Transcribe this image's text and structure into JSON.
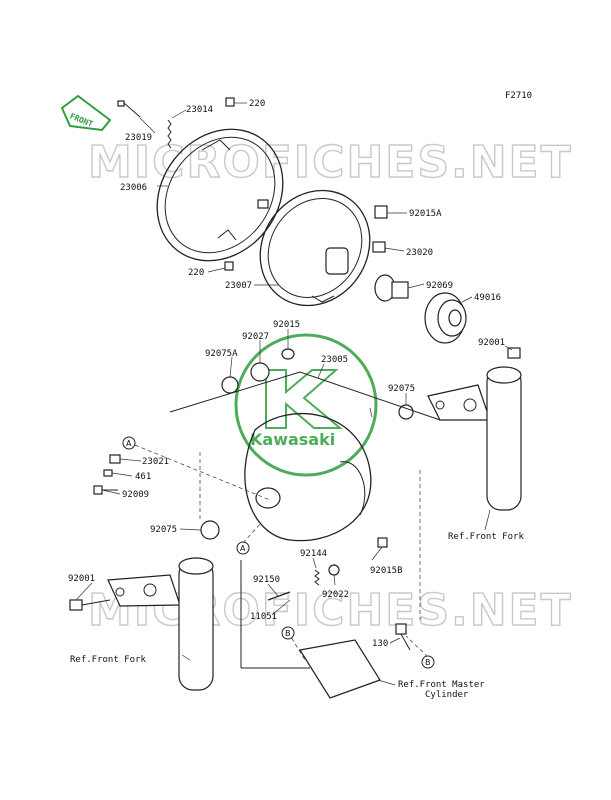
{
  "figure_code": "F2710",
  "front_arrow_text": "FRONT",
  "watermark_text": "MICROFICHES.NET",
  "logo_text": "Kawasaki",
  "colors": {
    "green": "#2e9e3e",
    "line": "#222222",
    "watermark": "#c9c9c9"
  },
  "labels": {
    "p23014": "23014",
    "p220_top": "220",
    "p23019": "23019",
    "p23006": "23006",
    "p92015A": "92015A",
    "p23020": "23020",
    "p220_bot": "220",
    "p23007": "23007",
    "p92069": "92069",
    "p49016": "49016",
    "p92015": "92015",
    "p92027": "92027",
    "p92075A": "92075A",
    "p23005": "23005",
    "p92001_r": "92001",
    "p92075_r": "92075",
    "p23021": "23021",
    "p461": "461",
    "p92009": "92009",
    "p92075_l": "92075",
    "p92144": "92144",
    "p92015B": "92015B",
    "p92150": "92150",
    "p92022": "92022",
    "p92001_l": "92001",
    "p11051": "11051",
    "p130": "130"
  },
  "callouts": {
    "a": "A",
    "b": "B"
  },
  "references": {
    "front_fork_right": "Ref.Front Fork",
    "front_fork_left": "Ref.Front Fork",
    "master_cyl_1": "Ref.Front Master",
    "master_cyl_2": "Cylinder"
  }
}
